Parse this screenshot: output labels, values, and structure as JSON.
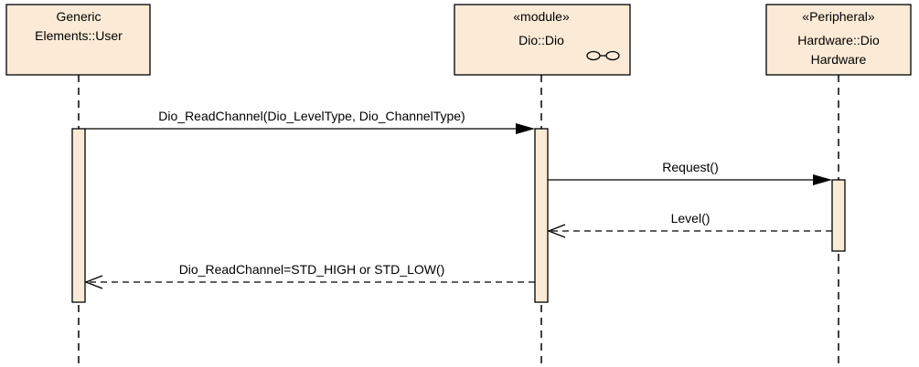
{
  "participants": [
    {
      "stereotype": "",
      "name_line1": "Generic",
      "name_line2": "Elements::User"
    },
    {
      "stereotype": "«module»",
      "name_line1": "Dio::Dio",
      "name_line2": "",
      "icon": "subsystem-glasses-icon"
    },
    {
      "stereotype": "«Peripheral»",
      "name_line1": "Hardware::Dio",
      "name_line2": "Hardware"
    }
  ],
  "messages": [
    {
      "label": "Dio_ReadChannel(Dio_LevelType, Dio_ChannelType)",
      "kind": "sync"
    },
    {
      "label": "Request()",
      "kind": "sync"
    },
    {
      "label": "Level()",
      "kind": "return"
    },
    {
      "label": "Dio_ReadChannel=STD_HIGH or STD_LOW()",
      "kind": "return"
    }
  ]
}
